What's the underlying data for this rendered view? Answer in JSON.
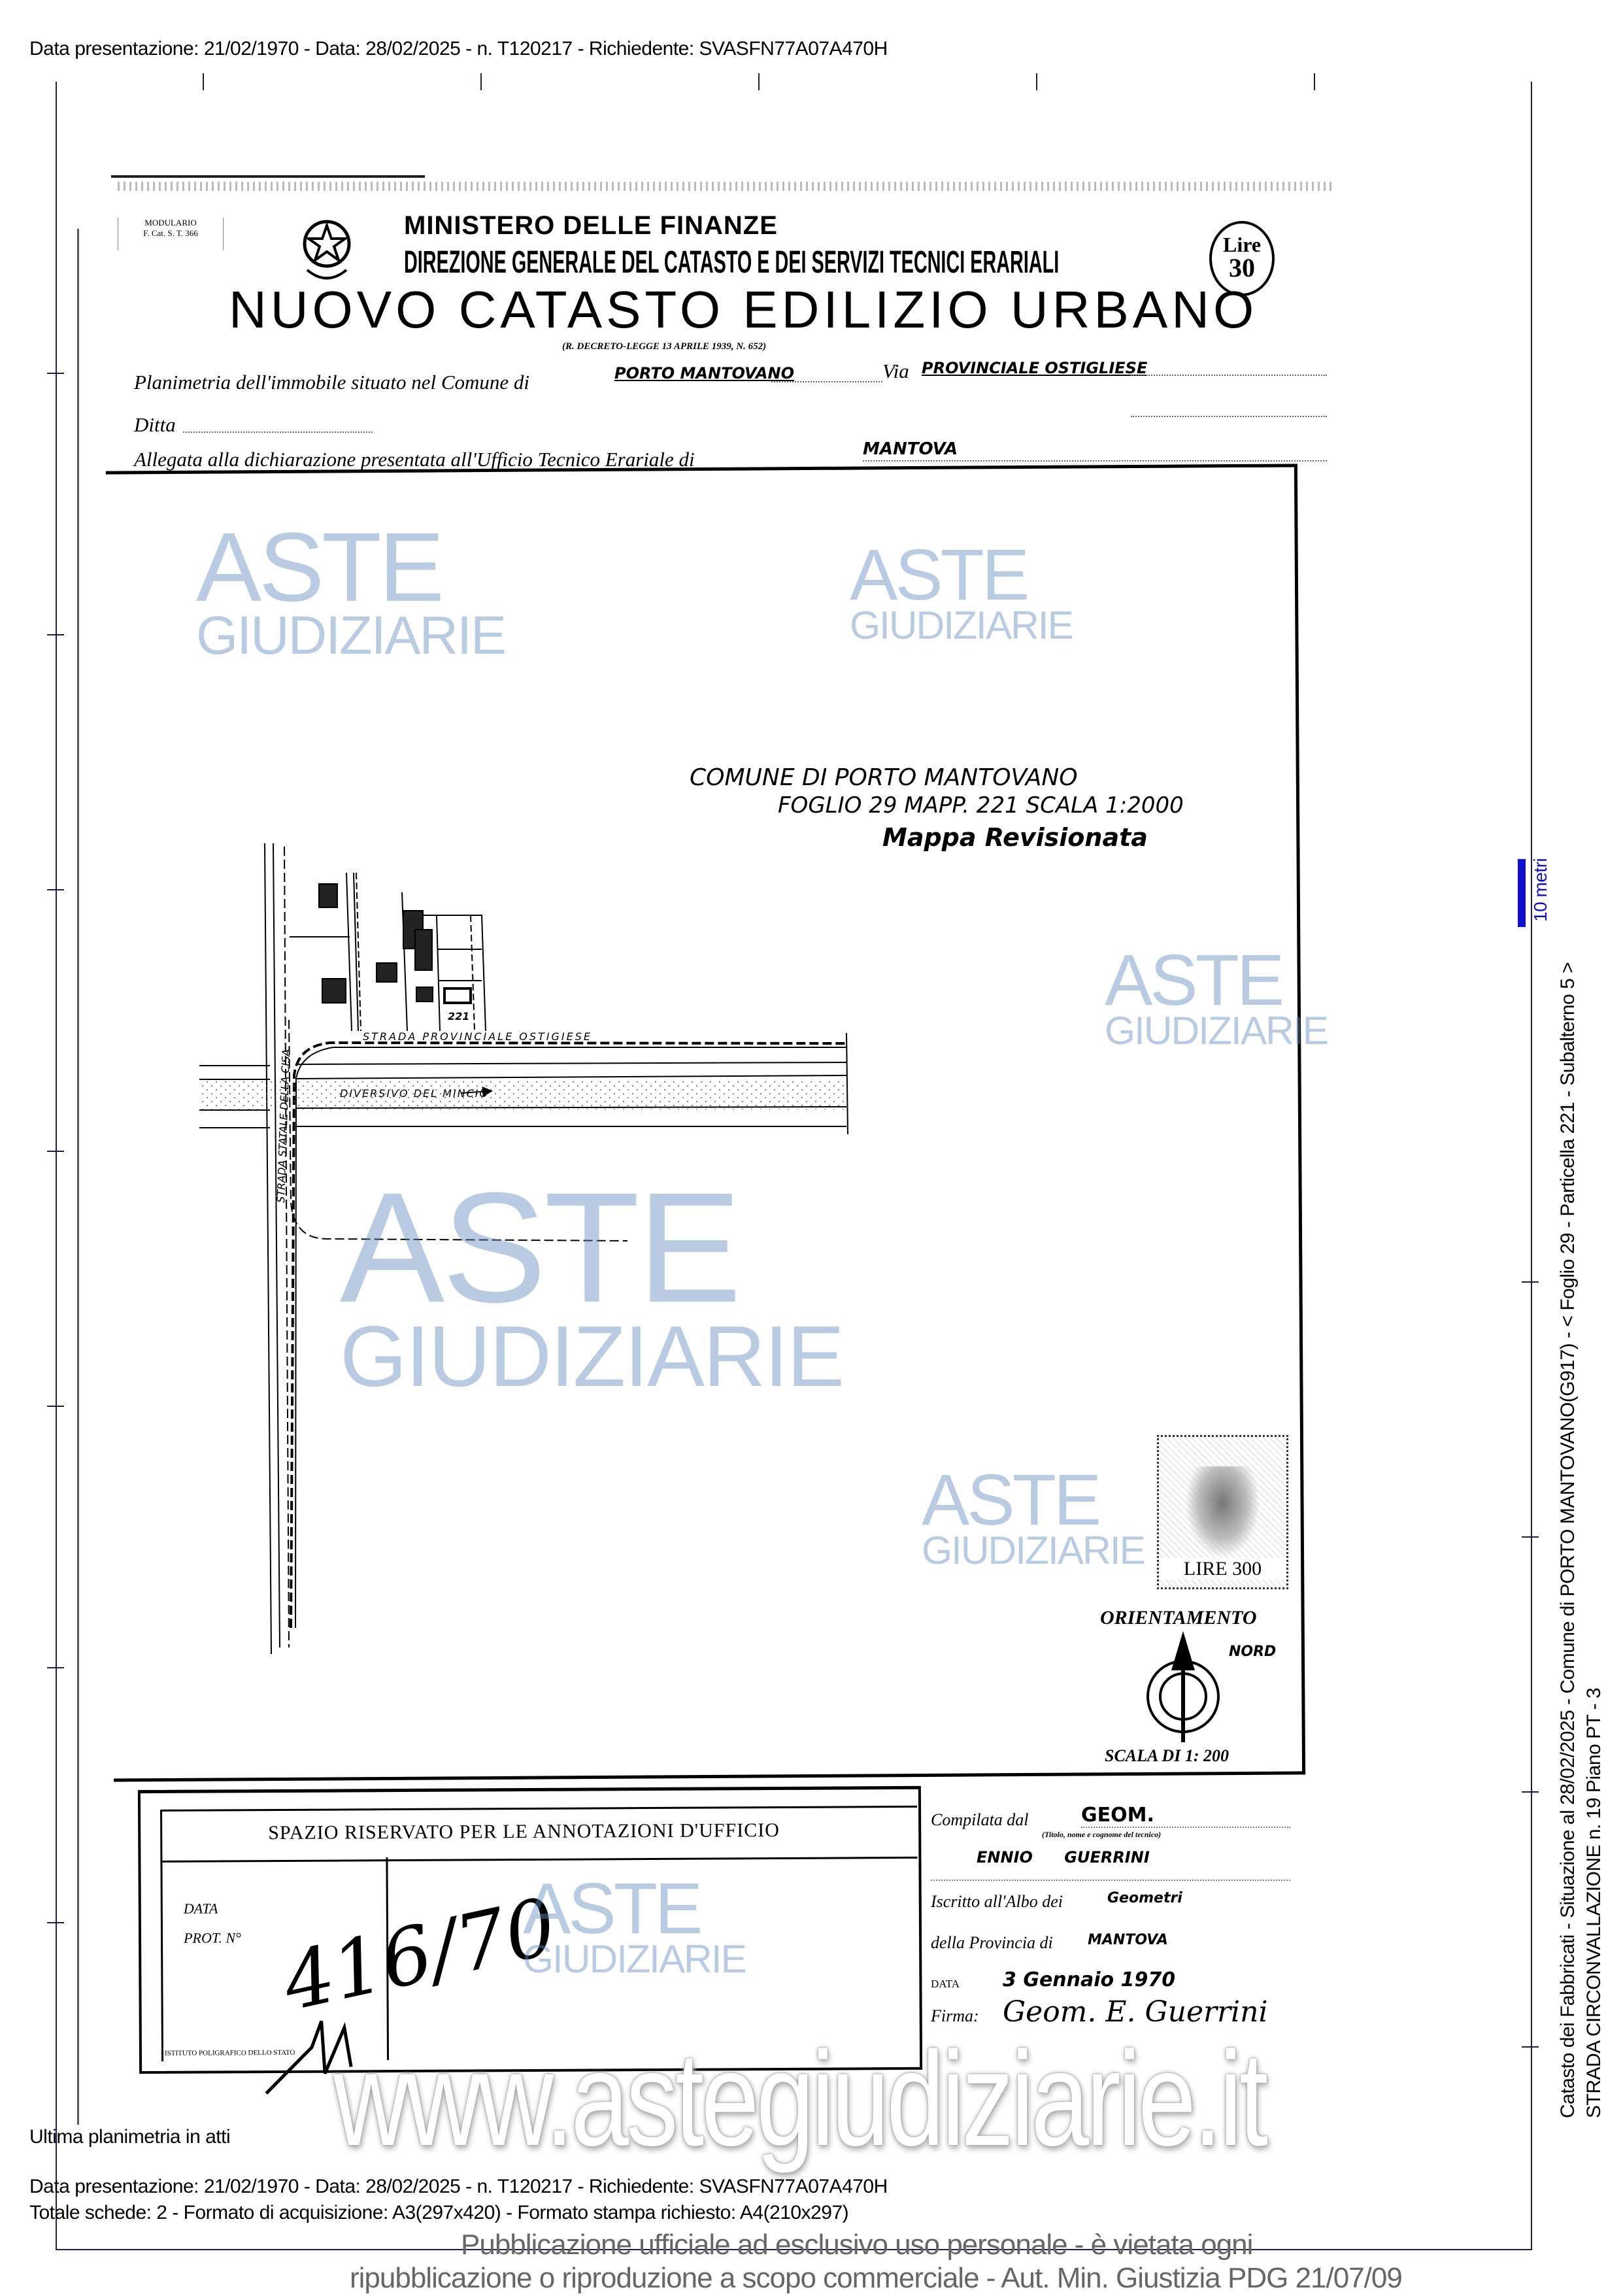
{
  "header": {
    "top_line": "Data presentazione: 21/02/1970 - Data: 28/02/2025 - n. T120217 - Richiedente: SVASFN77A07A470H"
  },
  "form": {
    "modulario": "MODULARIO",
    "modulario_code": "F. Cat. S. T. 366",
    "ministry": "MINISTERO DELLE FINANZE",
    "direction": "DIREZIONE GENERALE DEL CATASTO E DEI SERVIZI TECNICI ERARIALI",
    "stamp_lire": "Lire",
    "stamp_value": "30",
    "title": "NUOVO CATASTO EDILIZIO URBANO",
    "decree": "(R. DECRETO-LEGGE 13 APRILE 1939, N. 652)",
    "planimetria_label": "Planimetria dell'immobile situato nel Comune di",
    "comune_value": "PORTO MANTOVANO",
    "via_label": "Via",
    "via_value": "PROVINCIALE OSTIGLIESE",
    "ditta_label": "Ditta",
    "allegata_label": "Allegata alla dichiarazione presentata all'Ufficio Tecnico Erariale di",
    "ufficio_value": "MANTOVA"
  },
  "map": {
    "note_line1": "COMUNE DI PORTO MANTOVANO",
    "note_line2": "FOGLIO 29 MAPP. 221 SCALA 1:2000",
    "note_line3": "Mappa Revisionata",
    "road_vertical": "STRADA STATALE DELLA CISA",
    "road_horizontal": "STRADA PROVINCIALE OSTIGIESE",
    "canal": "DIVERSIVO DEL MINCIO",
    "parcel": "221",
    "revenue_stamp": "LIRE 300",
    "orientation": "ORIENTAMENTO",
    "north": "NORD",
    "scale": "SCALA DI 1: 200"
  },
  "office": {
    "title": "SPAZIO RISERVATO PER LE ANNOTAZIONI D'UFFICIO",
    "data_label": "DATA",
    "prot_label": "PROT. N°",
    "prot_value": "416/70",
    "printer": "ISTITUTO POLIGRAFICO DELLO STATO"
  },
  "compiler": {
    "compilata_label": "Compilata dal",
    "title_value": "GEOM.",
    "title_hint": "(Titolo, nome e cognome del tecnico)",
    "name_value": "ENNIO GUERRINI",
    "albo_label": "Iscritto all'Albo dei",
    "albo_value": "Geometri",
    "provincia_label": "della Provincia di",
    "provincia_value": "MANTOVA",
    "data_label": "DATA",
    "data_value": "3 Gennaio 1970",
    "firma_label": "Firma:",
    "firma_value": "Geom. E. Guerrini"
  },
  "sidebar": {
    "scale_label": "10 metri",
    "line1": "Catasto dei Fabbricati - Situazione al 28/02/2025 - Comune di PORTO MANTOVANO(G917) - < Foglio 29 - Particella 221 - Subalterno 5 >",
    "line2": "STRADA CIRCONVALLAZIONE n. 19 Piano PT - 3"
  },
  "watermarks": {
    "brand_top": "ASTE",
    "brand_bottom": "GIUDIZIARIE",
    "site": "www.astegiudiziarie.it"
  },
  "footer": {
    "ultima": "Ultima planimetria in atti",
    "data_line": "Data presentazione: 21/02/1970 - Data: 28/02/2025 - n. T120217 - Richiedente: SVASFN77A07A470H",
    "totale_line": "Totale schede: 2 - Formato di acquisizione: A3(297x420) - Formato stampa richiesto: A4(210x297)",
    "pub_line1": "Pubblicazione ufficiale ad esclusivo uso personale - è vietata ogni",
    "pub_line2": "ripubblicazione o riproduzione a scopo commerciale - Aut. Min. Giustizia PDG 21/07/09"
  },
  "colors": {
    "frame": "#1a1f4a",
    "scale_bar": "#1010c8",
    "watermark": "#6a8cbf"
  }
}
